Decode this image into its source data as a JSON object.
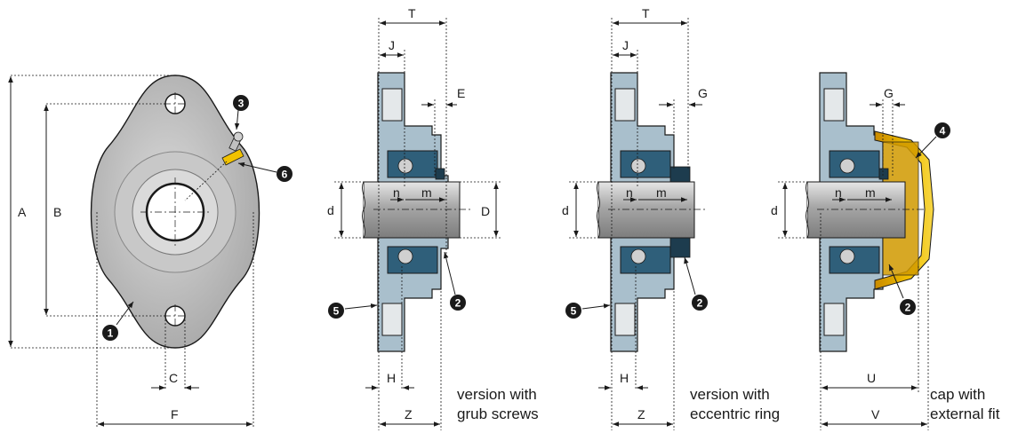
{
  "labels": {
    "A": "A",
    "B": "B",
    "C": "C",
    "F": "F",
    "T": "T",
    "J": "J",
    "E": "E",
    "D": "D",
    "d": "d",
    "n": "n",
    "m": "m",
    "H": "H",
    "Z": "Z",
    "G": "G",
    "U": "U",
    "V": "V"
  },
  "callouts": [
    "1",
    "2",
    "3",
    "4",
    "5",
    "6"
  ],
  "captions": {
    "grub": [
      "version with",
      "grub screws"
    ],
    "eccentric": [
      "version with",
      "eccentric ring"
    ],
    "cap": [
      "cap with",
      "external fit"
    ]
  },
  "colors": {
    "housing": "#a9bfcc",
    "front_housing": "#bdbdbd",
    "insert": "#2f5f7a",
    "cap": "#f2c200",
    "shaft": "#b8b8b8"
  }
}
